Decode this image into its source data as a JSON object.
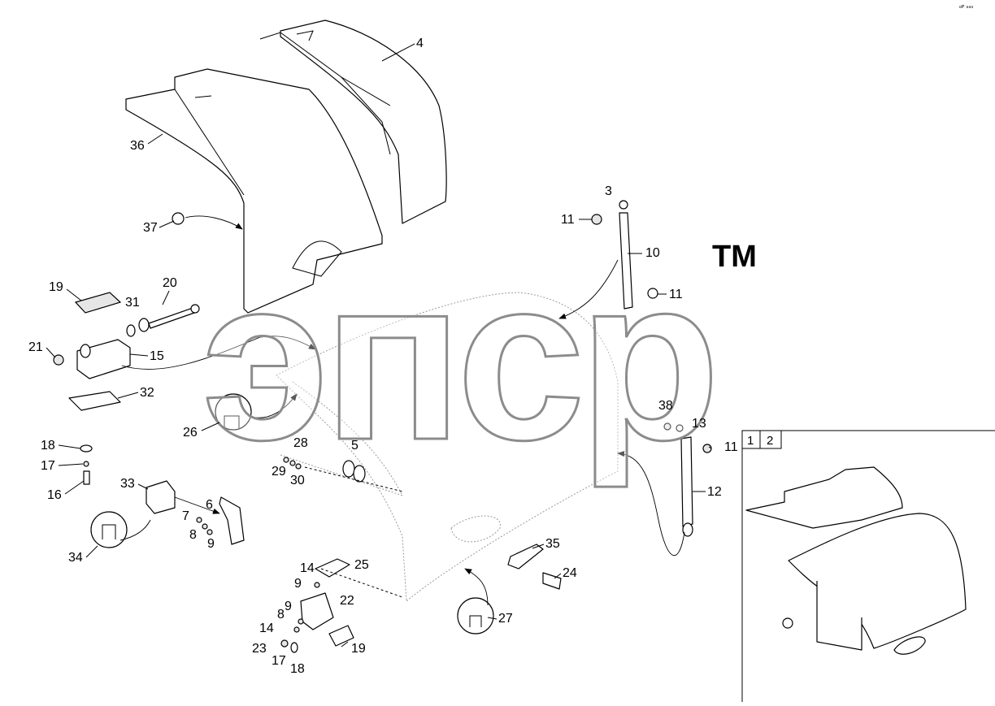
{
  "corner_mark": "ᵉᴾ ⁿⁿⁿ",
  "watermark": {
    "text": "эпср",
    "trademark": "TM"
  },
  "inset": {
    "tabs": [
      "1",
      "2"
    ]
  },
  "callouts": [
    "4",
    "36",
    "37",
    "3",
    "11",
    "10",
    "11",
    "19",
    "20",
    "31",
    "21",
    "15",
    "32",
    "26",
    "38",
    "13",
    "11",
    "28",
    "29",
    "30",
    "5",
    "12",
    "18",
    "17",
    "16",
    "33",
    "6",
    "7",
    "8",
    "9",
    "34",
    "35",
    "24",
    "14",
    "25",
    "9",
    "22",
    "9",
    "8",
    "14",
    "23",
    "17",
    "18",
    "19",
    "27"
  ]
}
